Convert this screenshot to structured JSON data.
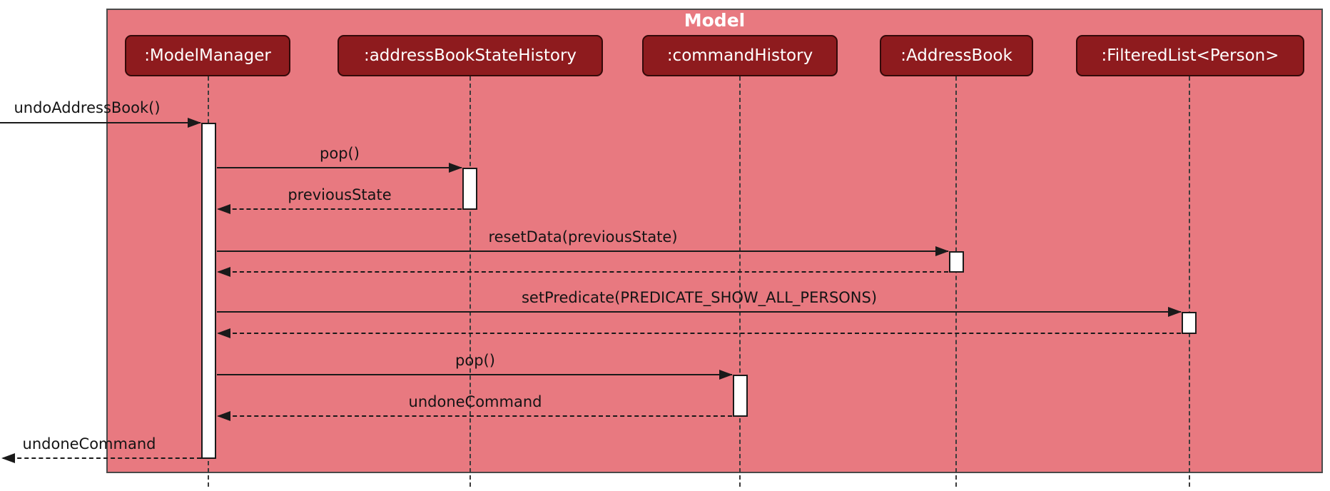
{
  "diagram": {
    "type": "uml-sequence-diagram",
    "frame_title": "Model",
    "participants": [
      {
        "label": ":ModelManager"
      },
      {
        "label": ":addressBookStateHistory"
      },
      {
        "label": ":commandHistory"
      },
      {
        "label": ":AddressBook"
      },
      {
        "label": ":FilteredList<Person>"
      }
    ],
    "messages": [
      {
        "label": "undoAddressBook()",
        "type": "solid",
        "from": "external",
        "to": ":ModelManager"
      },
      {
        "label": "pop()",
        "type": "solid",
        "from": ":ModelManager",
        "to": ":addressBookStateHistory"
      },
      {
        "label": "previousState",
        "type": "return",
        "from": ":addressBookStateHistory",
        "to": ":ModelManager"
      },
      {
        "label": "resetData(previousState)",
        "type": "solid",
        "from": ":ModelManager",
        "to": ":AddressBook"
      },
      {
        "label": "",
        "type": "return",
        "from": ":AddressBook",
        "to": ":ModelManager"
      },
      {
        "label": "setPredicate(PREDICATE_SHOW_ALL_PERSONS)",
        "type": "solid",
        "from": ":ModelManager",
        "to": ":FilteredList<Person>"
      },
      {
        "label": "",
        "type": "return",
        "from": ":FilteredList<Person>",
        "to": ":ModelManager"
      },
      {
        "label": "pop()",
        "type": "solid",
        "from": ":ModelManager",
        "to": ":commandHistory"
      },
      {
        "label": "undoneCommand",
        "type": "return",
        "from": ":commandHistory",
        "to": ":ModelManager"
      },
      {
        "label": "undoneCommand",
        "type": "return",
        "from": ":ModelManager",
        "to": "external"
      }
    ],
    "colors": {
      "frame_bg": "#E87980",
      "frame_border": "#4A4A4A",
      "participant_bg": "#8E1B1E",
      "participant_border": "#340909",
      "participant_text": "#FFFFFF",
      "line": "#1A1A1A",
      "page_bg": "#FFFFFF"
    }
  }
}
